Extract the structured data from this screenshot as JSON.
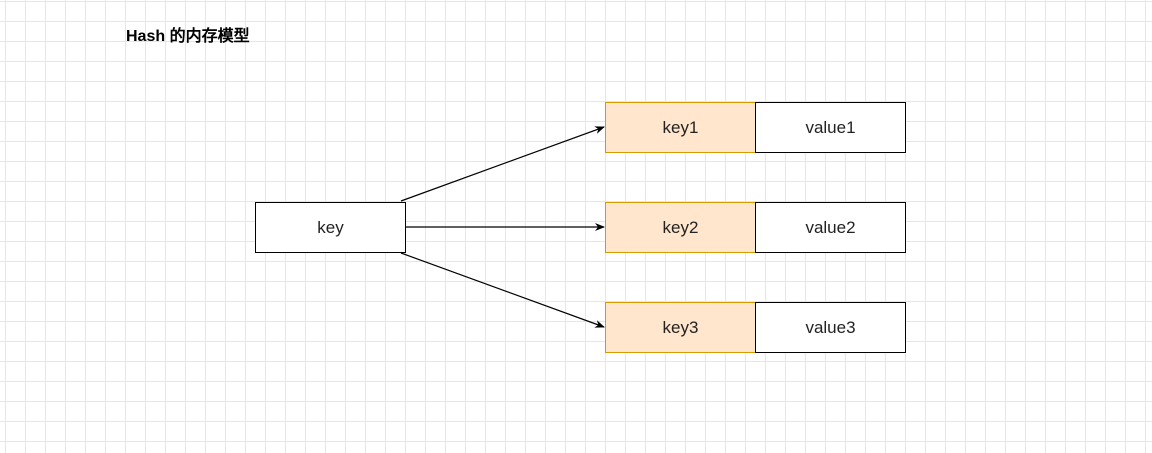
{
  "title": "Hash 的内存模型",
  "root": {
    "label": "key"
  },
  "entries": [
    {
      "key": "key1",
      "value": "value1"
    },
    {
      "key": "key2",
      "value": "value2"
    },
    {
      "key": "key3",
      "value": "value3"
    }
  ],
  "colors": {
    "key_fill": "#ffe6cc",
    "key_stroke": "#d79b00",
    "value_fill": "#ffffff",
    "stroke": "#000000"
  }
}
